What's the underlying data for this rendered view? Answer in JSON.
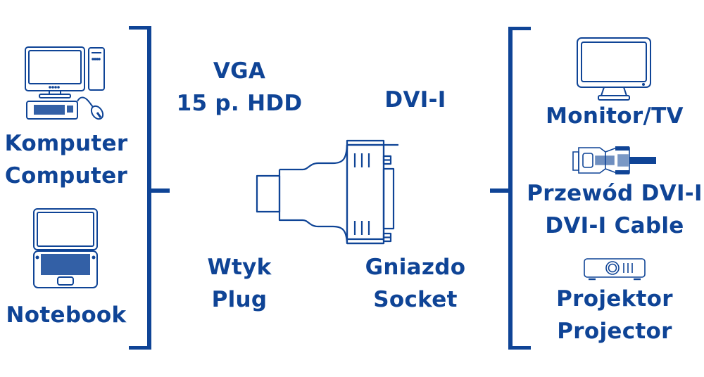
{
  "colors": {
    "primary": "#0f4496",
    "background": "#ffffff"
  },
  "left_group": {
    "items": [
      {
        "icon": "desktop-computer-icon",
        "lines": [
          "Komputer",
          "Computer"
        ]
      },
      {
        "icon": "laptop-icon",
        "lines": [
          "Notebook"
        ]
      }
    ]
  },
  "adapter": {
    "icon": "vga-to-dvi-adapter-icon",
    "plug_connector": [
      "VGA",
      "15 p. HDD"
    ],
    "socket_connector": [
      "DVI-I"
    ],
    "plug_label": [
      "Wtyk",
      "Plug"
    ],
    "socket_label": [
      "Gniazdo",
      "Socket"
    ]
  },
  "right_group": {
    "items": [
      {
        "icon": "monitor-icon",
        "lines": [
          "Monitor/TV"
        ]
      },
      {
        "icon": "dvi-cable-icon",
        "lines": [
          "Przewód DVI-I",
          "DVI-I Cable"
        ]
      },
      {
        "icon": "projector-icon",
        "lines": [
          "Projektor",
          "Projector"
        ]
      }
    ]
  }
}
